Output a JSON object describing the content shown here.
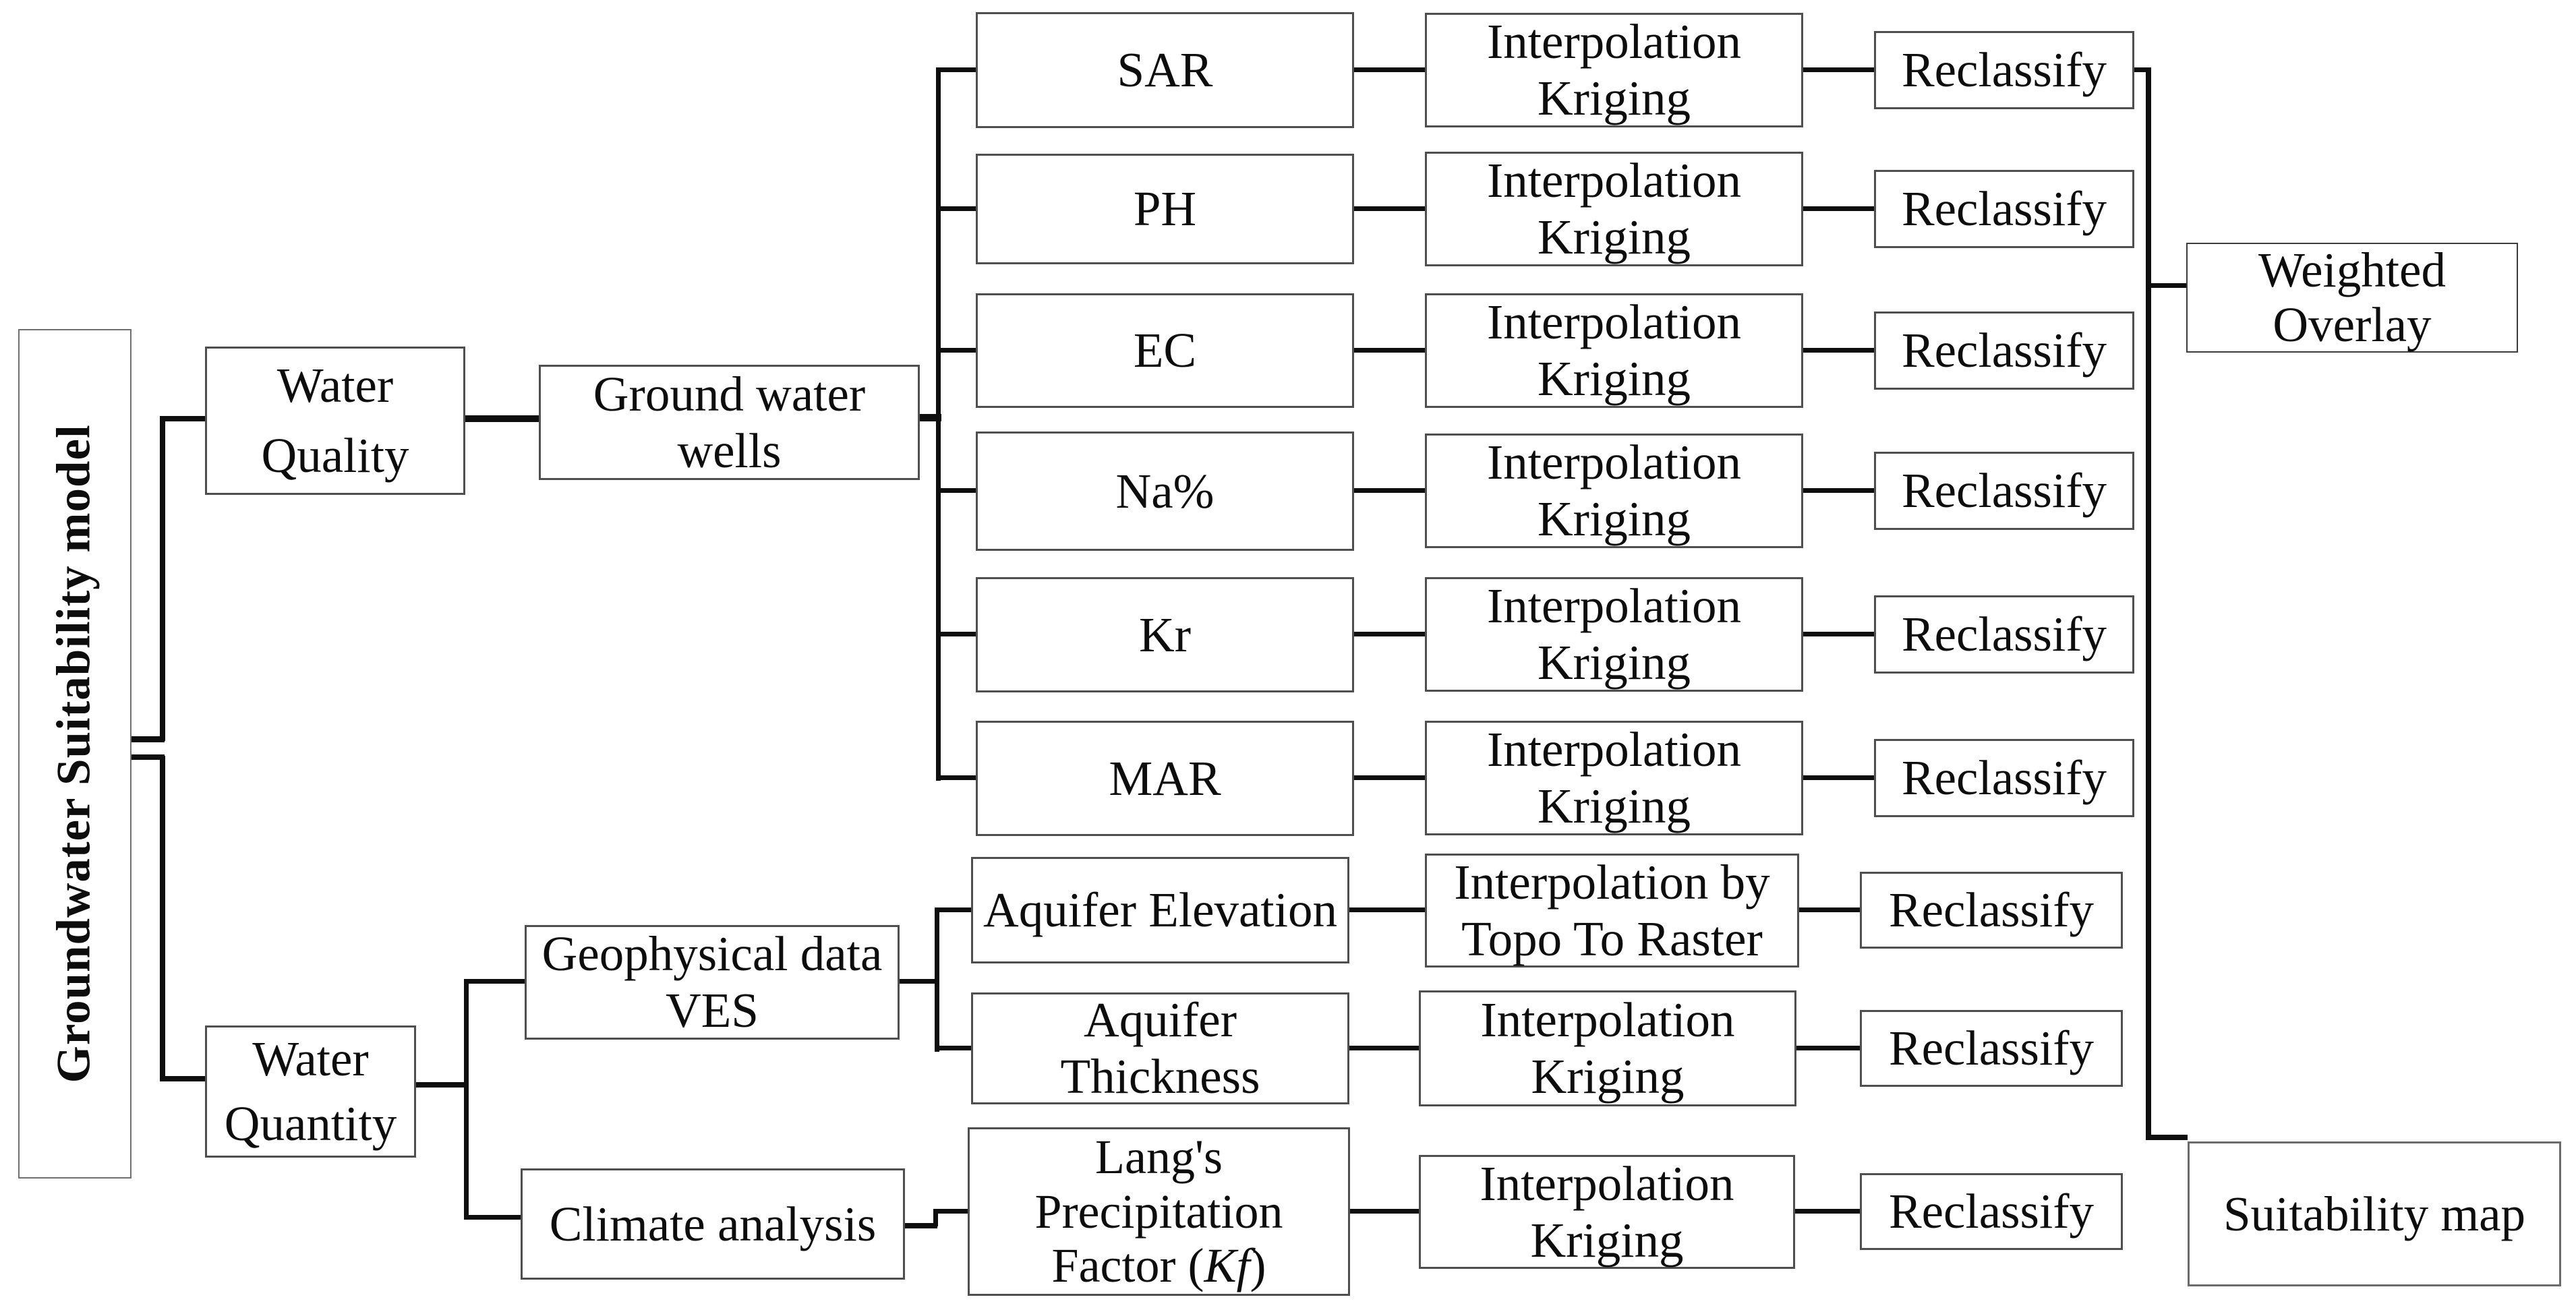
{
  "palette": {
    "line": "#0e0e0e",
    "box_border": "#4f4f4f",
    "background": "#ffffff",
    "text": "#0d0d0d"
  },
  "root": {
    "title": "Groundwater Suitability model"
  },
  "level1": {
    "water_quality": [
      "Water",
      "Quality"
    ],
    "water_quantity": [
      "Water",
      "Quantity"
    ]
  },
  "level2": {
    "ground_water_wells": [
      "Ground water",
      "wells"
    ],
    "geophysical_ves": [
      "Geophysical data",
      "VES"
    ],
    "climate_analysis": "Climate analysis"
  },
  "quality_rows": [
    {
      "param": "SAR",
      "process": [
        "Interpolation",
        "Kriging"
      ],
      "output": "Reclassify"
    },
    {
      "param": "PH",
      "process": [
        "Interpolation",
        "Kriging"
      ],
      "output": "Reclassify"
    },
    {
      "param": "EC",
      "process": [
        "Interpolation",
        "Kriging"
      ],
      "output": "Reclassify"
    },
    {
      "param": "Na%",
      "process": [
        "Interpolation",
        "Kriging"
      ],
      "output": "Reclassify"
    },
    {
      "param": "Kr",
      "process": [
        "Interpolation",
        "Kriging"
      ],
      "output": "Reclassify"
    },
    {
      "param": "MAR",
      "process": [
        "Interpolation",
        "Kriging"
      ],
      "output": "Reclassify"
    }
  ],
  "quantity_rows": [
    {
      "param": "Aquifer Elevation",
      "process": [
        "Interpolation by",
        "Topo To Raster"
      ],
      "output": "Reclassify"
    },
    {
      "param": [
        "Aquifer",
        "Thickness"
      ],
      "process": [
        "Interpolation",
        "Kriging"
      ],
      "output": "Reclassify"
    },
    {
      "param_lines": {
        "line1": "Lang's",
        "line2": "Precipitation",
        "line3_pre": "Factor (",
        "line3_kf": "Kf",
        "line3_post": ")"
      },
      "process": [
        "Interpolation",
        "Kriging"
      ],
      "output": "Reclassify"
    }
  ],
  "outputs": {
    "weighted_overlay": [
      "Weighted",
      "Overlay"
    ],
    "suitability_map": "Suitability map"
  }
}
